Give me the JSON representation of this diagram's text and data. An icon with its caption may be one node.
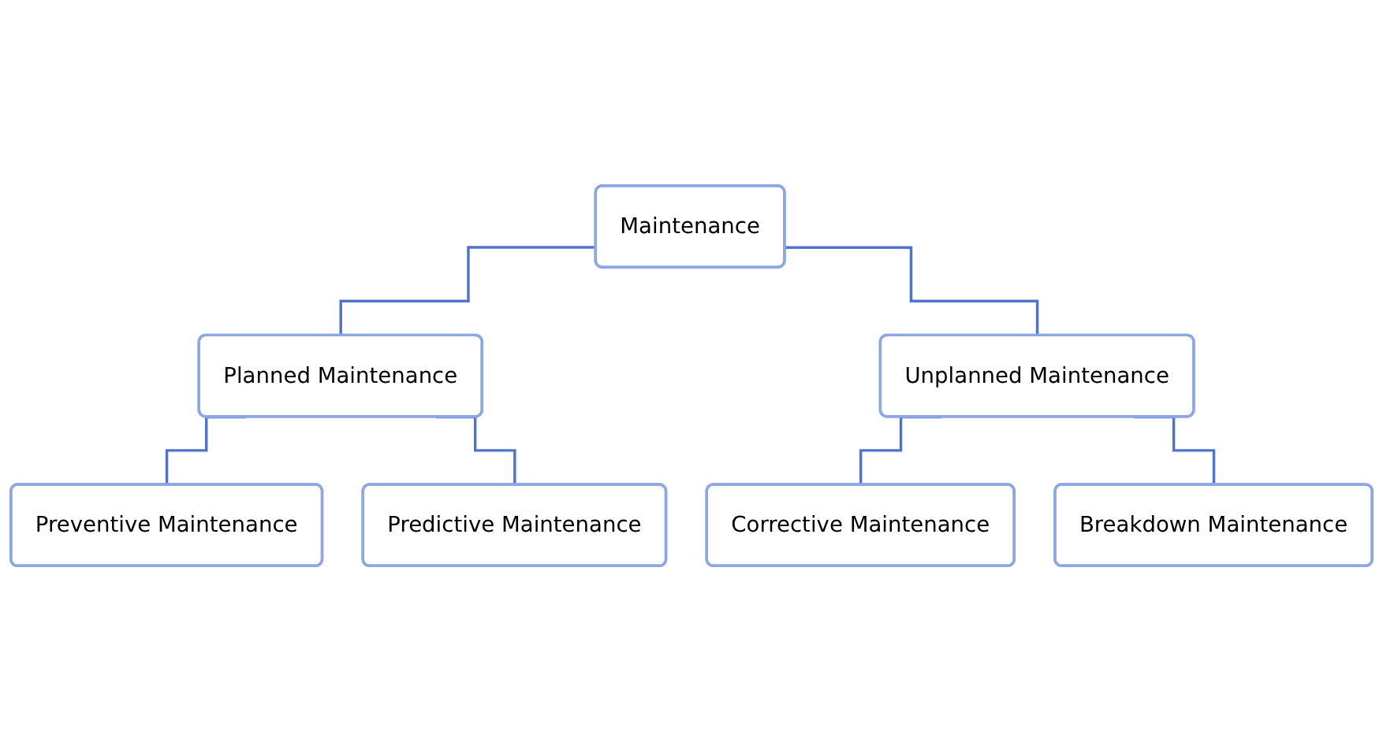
{
  "diagram": {
    "nodes": [
      {
        "text": [
          "Maintenance"
        ]
      },
      {
        "text": [
          "Planned Maintenance"
        ]
      },
      {
        "text": [
          "Unplanned Maintenance"
        ]
      },
      {
        "text": [
          "Preventive Maintenance"
        ]
      },
      {
        "text": [
          "Predictive Maintenance"
        ]
      },
      {
        "text": [
          "Corrective Maintenance"
        ]
      },
      {
        "text": [
          "Breakdown Maintenance"
        ]
      }
    ],
    "edges": [
      {
        "from": 0,
        "to": 1,
        "arrow": "none"
      },
      {
        "from": 0,
        "to": 2,
        "arrow": "none"
      },
      {
        "from": 1,
        "to": 3,
        "arrow": "none"
      },
      {
        "from": 1,
        "to": 4,
        "arrow": "none"
      },
      {
        "from": 2,
        "to": 5,
        "arrow": "none"
      },
      {
        "from": 2,
        "to": 6,
        "arrow": "none"
      }
    ]
  }
}
